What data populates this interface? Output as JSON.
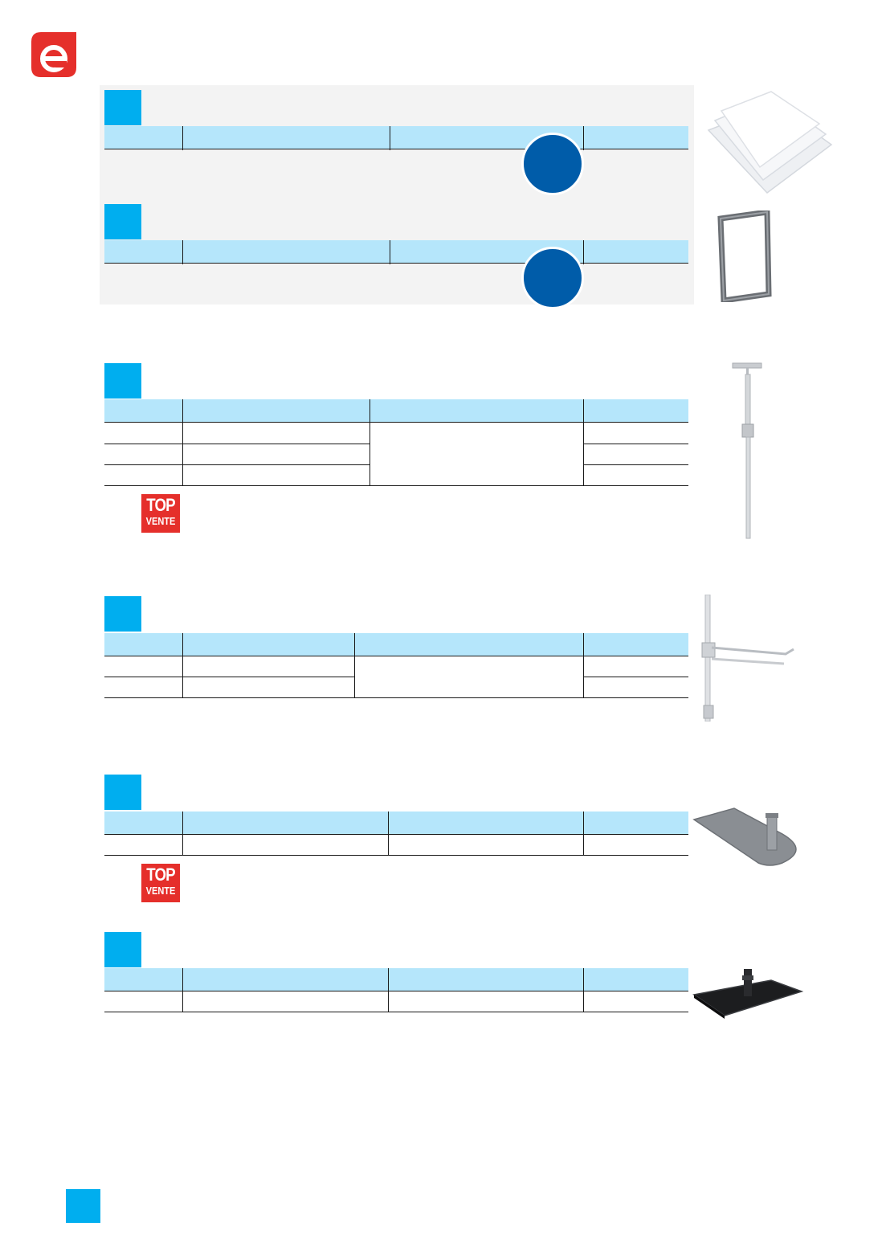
{
  "brand": {
    "accent": "#e52f2b",
    "section_color": "#00aeef",
    "header_color": "#b5e6fb",
    "circle_color": "#005ca9"
  },
  "badges": [
    {
      "line1": "TOP",
      "line2": "VENTE"
    },
    {
      "line1": "TOP",
      "line2": "VENTE"
    }
  ],
  "icons": [
    "logo-e-icon",
    "sheet-protectors-image",
    "frame-image",
    "telescopic-pole-image",
    "hook-image",
    "base-oval-image",
    "base-rect-image"
  ]
}
